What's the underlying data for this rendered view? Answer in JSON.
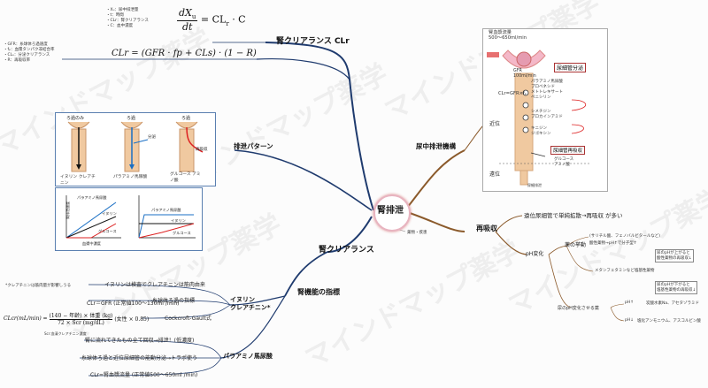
{
  "center": {
    "label": "腎排泄",
    "sublabel": "薬物・疾患"
  },
  "clearance_clr": {
    "title": "腎クリアランス CLr",
    "f1_lhs": "dX",
    "f1_sub": "u",
    "f1_den": "dt",
    "f1_rhs": "= CL",
    "f1_r": "r",
    "f1_tail": "· C",
    "f1_defs": [
      "・Xᵤ：尿中排泄量",
      "・t：時間",
      "・CLr：腎クリアランス",
      "・C：血中濃度"
    ],
    "f2": "CLr = (GFR · fp + CLs) · (1 − R)",
    "f2_defs": [
      "・GFR：糸球体ろ過速度",
      "・fₚ：血漿タンパク非結合率",
      "・CLₛ：分泌クリアランス",
      "・R：再吸収率"
    ]
  },
  "excretion_pattern": {
    "title": "排泄パターン",
    "col_heads": [
      "ろ過のみ",
      "ろ過",
      "ろ過"
    ],
    "col_tags": [
      "",
      "分泌",
      "再吸収"
    ],
    "labels": [
      "イヌリン クレアチニン",
      "パラアミノ馬尿酸",
      "グルコース アミノ酸"
    ],
    "graph1_lines": [
      "パラアミノ馬尿酸",
      "イヌリン",
      "グルコース"
    ],
    "graph2_lines": [
      "パラアミノ馬尿酸",
      "イヌリン",
      "グルコース"
    ],
    "graph_ylabel": "腎排泄速度",
    "graph_xlabel": "血漿中濃度"
  },
  "renal_clearance": {
    "title": "腎クリアランス"
  },
  "indicator": {
    "title": "腎機能の指標"
  },
  "inulin": {
    "title": "イヌリン\nクレアチニン*",
    "note_top": "*クレアチニンは筋肉量が影響しうる",
    "items": [
      "イヌリンは検査でクレアチニンは筋肉由来",
      "糸球体ろ過の指標",
      "CLr＝GFR (正常値100〜130ml /min)",
      "Cockcroft-Gault式"
    ],
    "cg_lhs": "CLcr(mL/min) =",
    "cg_num": "(140 − 年齢) × 体重 (kg)",
    "cg_den": "72 × Scr (mg/dL)",
    "cg_note": "(女性 × 0.85)",
    "cg_sub": "Scr:血清クレアチニン濃度"
  },
  "pah": {
    "title": "パラアミノ馬尿酸",
    "items": [
      "腎に流れてきたもの全て回収→排泄！(低濃度)",
      "糸球体ろ過と近位尿細管の能動分泌→トラポ使う",
      "CLr=腎血漿流量 (正常値500〜650ml /min)"
    ]
  },
  "tubular": {
    "title": "尿中排泄機構",
    "flow_title": "腎血漿流量\n500〜650ml/min",
    "gfr_label": "GFR\n100ml/min",
    "cl_label": "CLr=GFR×fₚ",
    "secretion_title": "尿細管分泌",
    "secretion_items": [
      "パラアミノ馬尿酸",
      "プロベネシド",
      "メトトレキサート",
      "ペニシリン",
      "シメチジン",
      "プロカインアミド",
      "キニジン",
      "ジゴキシン"
    ],
    "proximal": "近位",
    "distal": "遠位",
    "reabsorb_title": "尿細管再吸収",
    "reabsorb_items": [
      "グルコース",
      "アミノ酸"
    ],
    "urine": "尿細排泄"
  },
  "reabsorption": {
    "title": "再吸収",
    "detail": "遠位尿細管で単純拡散→再吸収 が多い",
    "ph": "pH変化",
    "motion": "薬の挙動",
    "drugs": "(サリチル酸、フェノバルビタールなど)",
    "acid": "酸性薬物→pH↑で分子型↑",
    "box1": [
      "尿のpHが上がると",
      "酸性薬物の再吸収↓"
    ],
    "base": "メタンフェタミンなど塩基性薬物",
    "box2": [
      "尿のpHが下がると",
      "塩基性薬物の再吸収↓"
    ],
    "change": "尿のpH変化させる薬",
    "ph_up": "pH↑",
    "ph_up_drugs": "炭酸水素Na、アセタゾラミド",
    "ph_down": "pH↓",
    "ph_down_drugs": "塩化アンモニウム、アスコルビン酸"
  },
  "watermark": "マインドマップ薬学",
  "colors": {
    "branch": "#1f3b6e",
    "brown": "#8b5a2b",
    "accent": "#c33"
  }
}
